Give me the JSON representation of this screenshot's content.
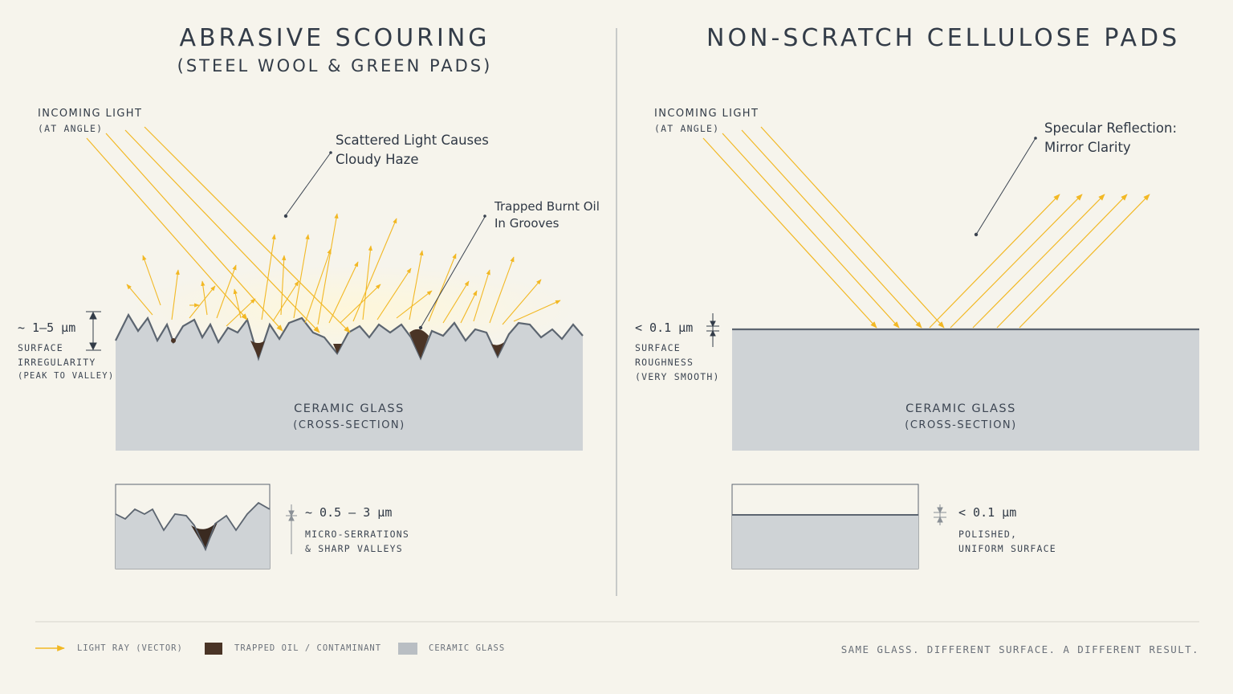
{
  "left": {
    "title": "ABRASIVE SCOURING",
    "subtitle": "(STEEL WOOL & GREEN PADS)",
    "incoming_light": "INCOMING LIGHT",
    "incoming_light_sub": "(AT ANGLE)",
    "callout_scatter_1": "Scattered Light Causes",
    "callout_scatter_2": "Cloudy Haze",
    "callout_oil_1": "Trapped Burnt Oil",
    "callout_oil_2": "In Grooves",
    "measure": "~ 1–5 µm",
    "measure_desc_1": "SURFACE",
    "measure_desc_2": "IRREGULARITY",
    "measure_desc_3": "(PEAK TO VALLEY)",
    "glass_label": "CERAMIC GLASS",
    "glass_sub": "(CROSS-SECTION)",
    "inset_measure": "~ 0.5 – 3 µm",
    "inset_desc_1": "MICRO-SERRATIONS",
    "inset_desc_2": "& SHARP VALLEYS"
  },
  "right": {
    "title": "NON-SCRATCH CELLULOSE PADS",
    "incoming_light": "INCOMING LIGHT",
    "incoming_light_sub": "(AT ANGLE)",
    "callout_1": "Specular Reflection:",
    "callout_2": "Mirror Clarity",
    "measure": "< 0.1 µm",
    "measure_desc_1": "SURFACE",
    "measure_desc_2": "ROUGHNESS",
    "measure_desc_3": "(VERY SMOOTH)",
    "glass_label": "CERAMIC GLASS",
    "glass_sub": "(CROSS-SECTION)",
    "inset_measure": "< 0.1 µm",
    "inset_desc_1": "POLISHED,",
    "inset_desc_2": "UNIFORM SURFACE"
  },
  "legend": {
    "light_ray": "LIGHT RAY (VECTOR)",
    "trapped_oil": "TRAPPED OIL / CONTAMINANT",
    "ceramic_glass": "CERAMIC GLASS",
    "tagline": "SAME GLASS. DIFFERENT SURFACE. A DIFFERENT RESULT."
  },
  "colors": {
    "background": "#f6f4ec",
    "glass": "#cfd3d6",
    "glass_edge": "#5c6570",
    "light_ray": "#f2b824",
    "oil": "#4a3426",
    "ink": "#333c48"
  }
}
